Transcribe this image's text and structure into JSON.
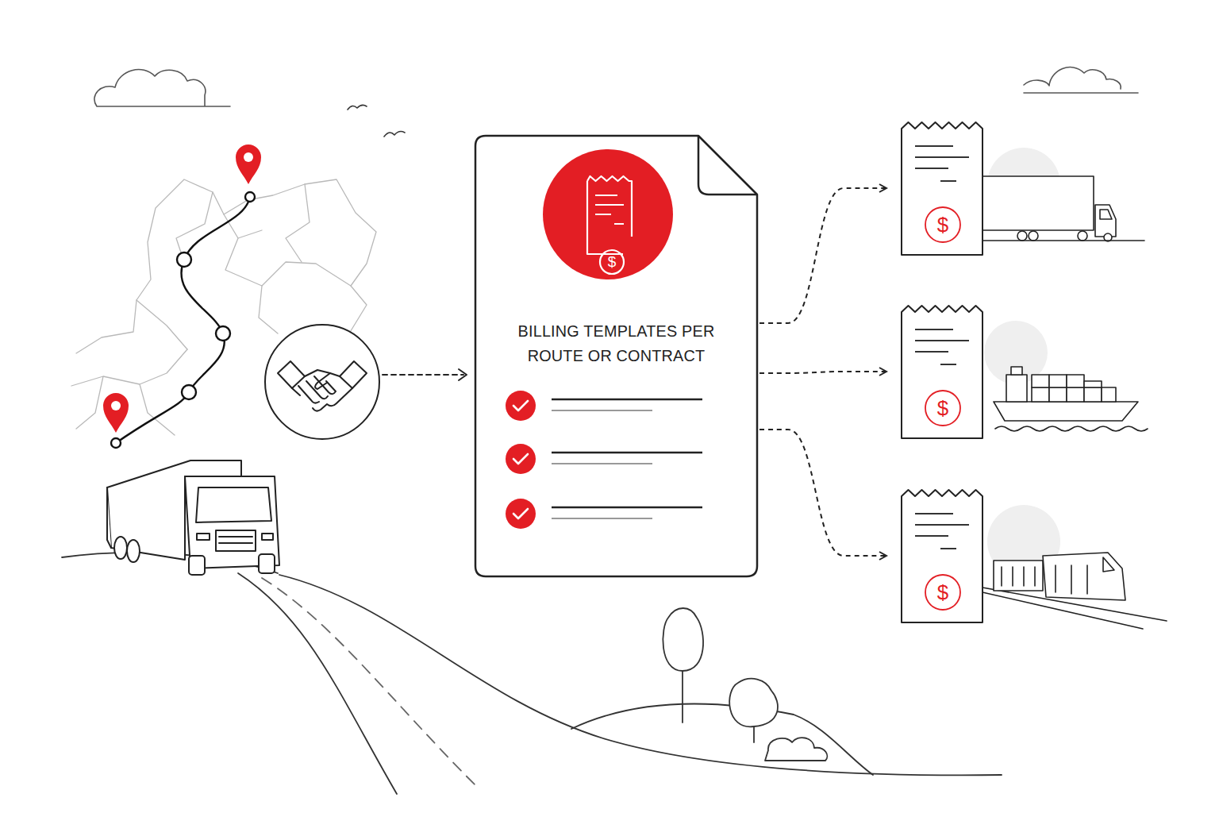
{
  "diagram": {
    "nodes": [
      {
        "text": [
          "BILLING TEMPLATES PER ROUTE OR CONTRACT"
        ]
      },
      {
        "text": [
          "$"
        ]
      },
      {
        "text": [
          "$"
        ]
      },
      {
        "text": [
          "$"
        ]
      }
    ],
    "edges": [
      {
        "from": 0,
        "to": 1,
        "arrow": "to"
      },
      {
        "from": 0,
        "to": 2,
        "arrow": "to"
      },
      {
        "from": 0,
        "to": 3,
        "arrow": "to"
      }
    ],
    "labels": [
      "$"
    ]
  }
}
